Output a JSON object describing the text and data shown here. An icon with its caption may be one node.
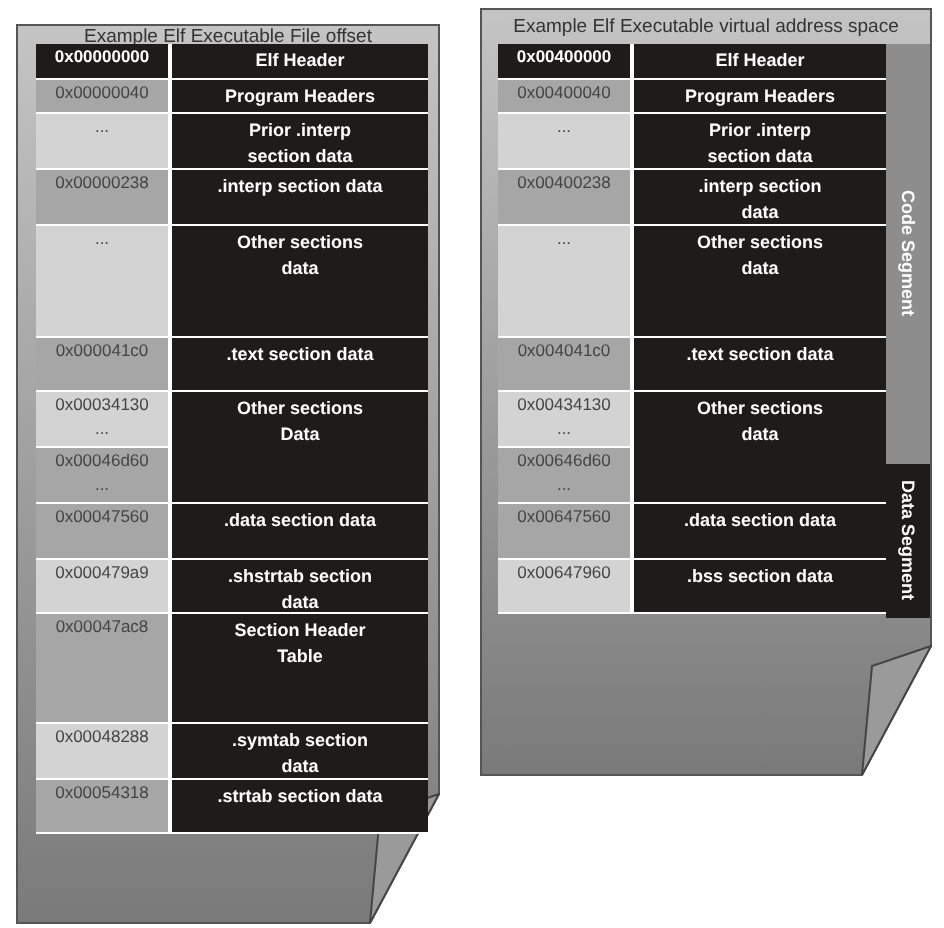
{
  "diagram": {
    "nodes": [
      {
        "text": [
          "Example Elf Executable File offset"
        ]
      },
      {
        "text": [
          "0x00000000",
          "Elf Header"
        ],
        "in": 0
      },
      {
        "text": [
          "0x00000040",
          "Program Headers"
        ],
        "in": 0
      },
      {
        "text": [
          "...",
          "Prior .interp section data"
        ],
        "in": 0
      },
      {
        "text": [
          "0x00000238",
          ".interp section data"
        ],
        "in": 0
      },
      {
        "text": [
          "...",
          "Other sections data"
        ],
        "in": 0
      },
      {
        "text": [
          "0x000041c0",
          ".text section data"
        ],
        "in": 0
      },
      {
        "text": [
          "0x00034130",
          "...",
          "0x00046d60",
          "...",
          "Other sections Data"
        ],
        "in": 0
      },
      {
        "text": [
          "0x00047560",
          ".data section data"
        ],
        "in": 0
      },
      {
        "text": [
          "0x000479a9",
          ".shstrtab section data"
        ],
        "in": 0
      },
      {
        "text": [
          "0x00047ac8",
          "Section Header Table"
        ],
        "in": 0
      },
      {
        "text": [
          "0x00048288",
          ".symtab section data"
        ],
        "in": 0
      },
      {
        "text": [
          "0x00054318",
          ".strtab section data"
        ],
        "in": 0
      },
      {
        "text": [
          "Example Elf Executable virtual address space"
        ]
      },
      {
        "text": [
          "0x00400000",
          "Elf Header"
        ],
        "in": 13
      },
      {
        "text": [
          "0x00400040",
          "Program Headers"
        ],
        "in": 13
      },
      {
        "text": [
          "...",
          "Prior .interp section data"
        ],
        "in": 13
      },
      {
        "text": [
          "0x00400238",
          ".interp section data"
        ],
        "in": 13
      },
      {
        "text": [
          "...",
          "Other sections data"
        ],
        "in": 13
      },
      {
        "text": [
          "0x004041c0",
          ".text section data"
        ],
        "in": 13
      },
      {
        "text": [
          "0x00434130",
          "...",
          "0x00646d60",
          "...",
          "Other sections data"
        ],
        "in": 13
      },
      {
        "text": [
          "0x00647560",
          ".data section data"
        ],
        "in": 13
      },
      {
        "text": [
          "0x00647960",
          ".bss section data"
        ],
        "in": 13
      },
      {
        "text": [
          "Code Segment"
        ],
        "in": 13
      },
      {
        "text": [
          "Data Segment"
        ],
        "in": 13
      }
    ]
  }
}
